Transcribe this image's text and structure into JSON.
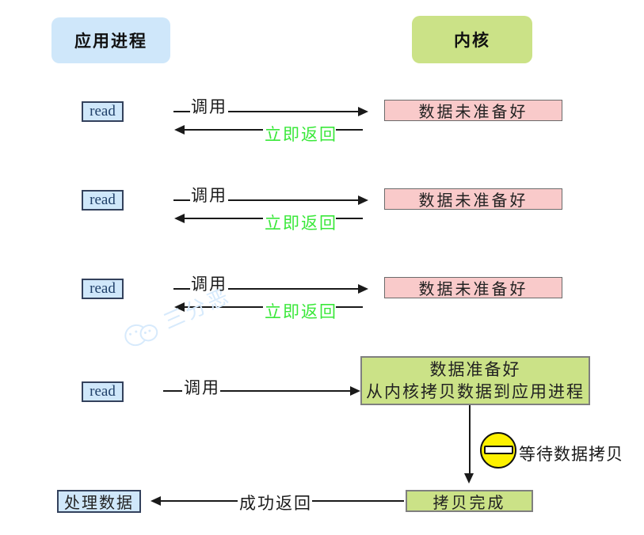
{
  "header": {
    "app_process": "应用进程",
    "kernel": "内核"
  },
  "rows": [
    {
      "read": "read",
      "call_label": "调用",
      "kernel_state": "数据未准备好",
      "return_label": "立即返回"
    },
    {
      "read": "read",
      "call_label": "调用",
      "kernel_state": "数据未准备好",
      "return_label": "立即返回"
    },
    {
      "read": "read",
      "call_label": "调用",
      "kernel_state": "数据未准备好",
      "return_label": "立即返回"
    }
  ],
  "final_step": {
    "read": "read",
    "call_label": "调用",
    "box_line1": "数据准备好",
    "box_line2": "从内核拷贝数据到应用进程"
  },
  "wait_step": {
    "icon": "busy-indicator-icon",
    "label": "等待数据拷贝"
  },
  "bottom": {
    "copy_done": "拷贝完成",
    "return_label": "成功返回",
    "process_data": "处理数据"
  },
  "watermark": {
    "icon": "wechat-icon",
    "text": "三分恶"
  },
  "colors": {
    "light_blue": "#cfe7fa",
    "green": "#cbe287",
    "pink": "#f9caca",
    "yellow": "#fdf100",
    "green_text": "#3ae83a",
    "arrow": "#1a1a1a",
    "read_text": "#1f3f68",
    "watermark_blue": "#d7eafc"
  }
}
